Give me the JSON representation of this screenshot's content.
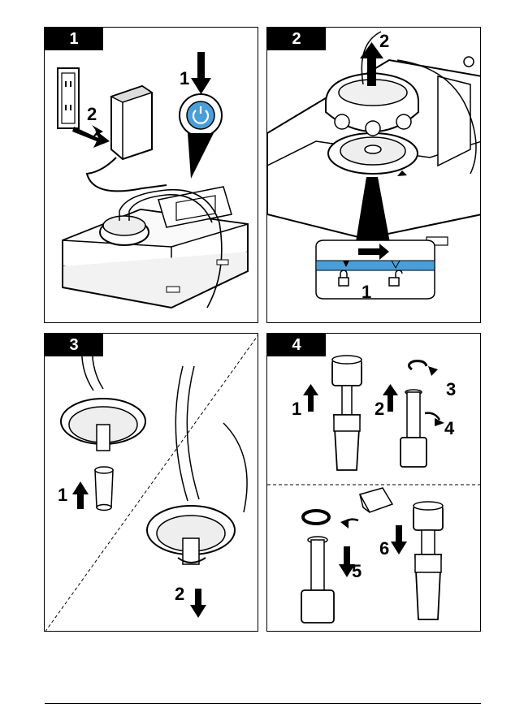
{
  "panels": [
    {
      "label": "1",
      "callouts": [
        "1",
        "2"
      ]
    },
    {
      "label": "2",
      "callouts": [
        "2",
        "1"
      ]
    },
    {
      "label": "3",
      "callouts": [
        "1",
        "2"
      ]
    },
    {
      "label": "4",
      "callouts": [
        "1",
        "2",
        "3",
        "4",
        "5",
        "6"
      ]
    }
  ],
  "colors": {
    "accent": "#4a9fd8",
    "line": "#000000"
  }
}
